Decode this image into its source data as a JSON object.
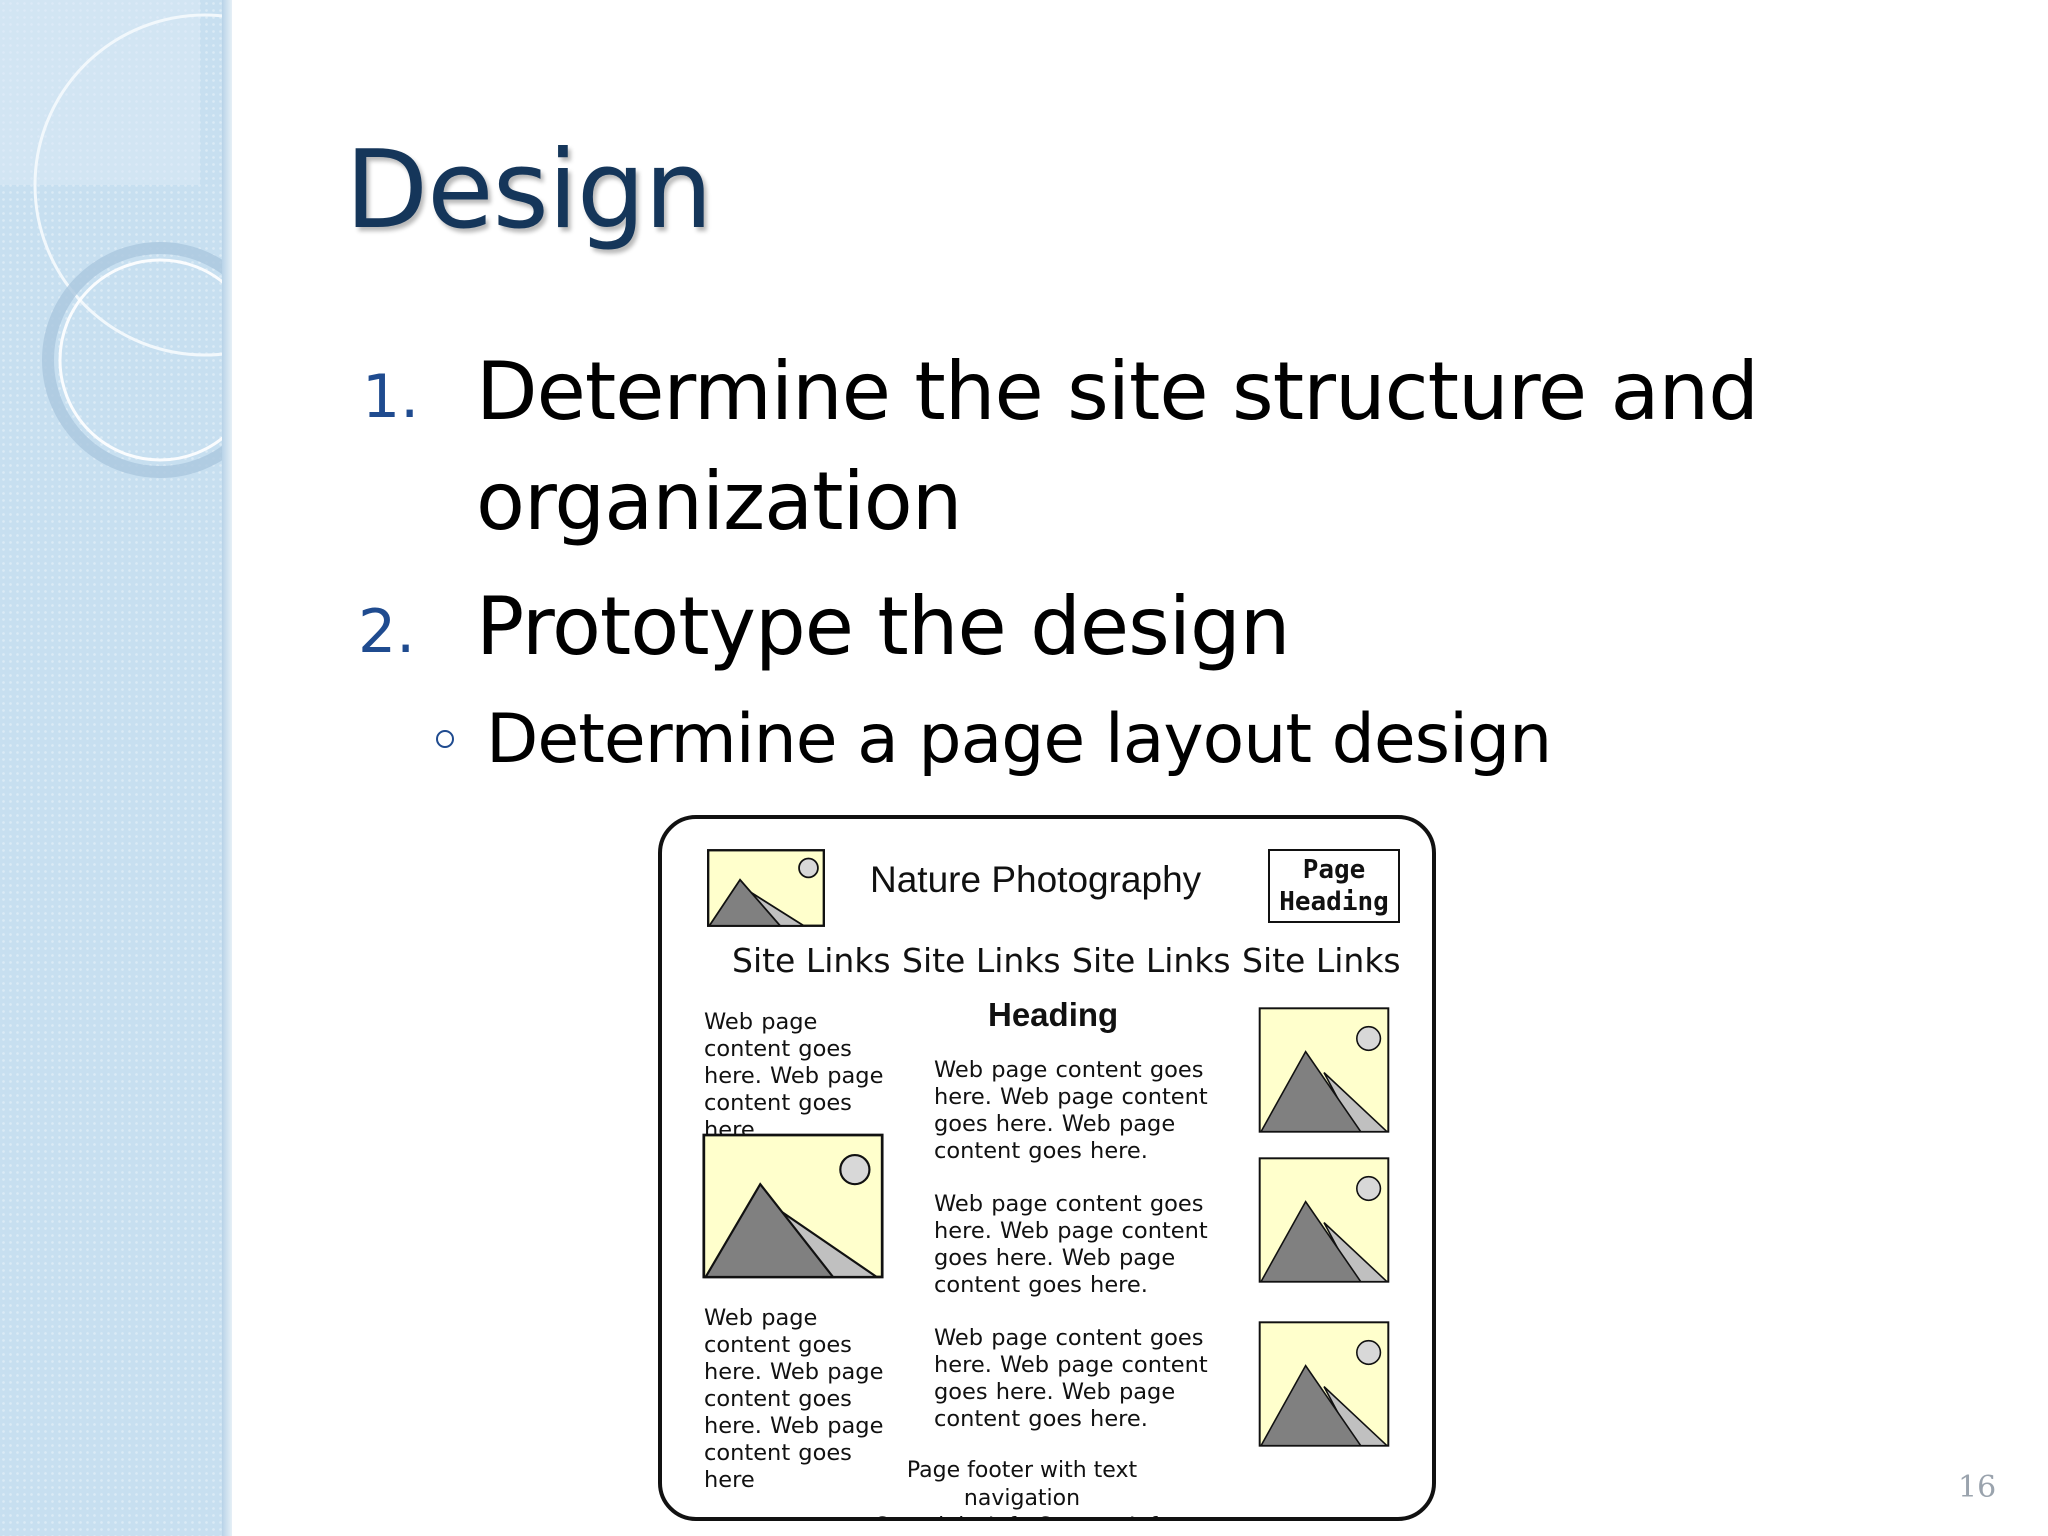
{
  "slide": {
    "title": "Design",
    "page_number": "16"
  },
  "list": {
    "items": [
      {
        "number": "1.",
        "line1": "Determine the site structure and",
        "line2": "organization"
      },
      {
        "number": "2.",
        "line1": "Prototype the design"
      }
    ],
    "subitems": [
      {
        "bullet": "◦",
        "text": "Determine a page layout design"
      }
    ]
  },
  "wireframe": {
    "site_title": "Nature Photography",
    "page_heading_box": [
      "Page",
      "Heading"
    ],
    "site_links": [
      "Site Links",
      "Site Links",
      "Site Links",
      "Site Links"
    ],
    "heading": "Heading",
    "left_col_texts": [
      "Web page content goes here. Web page content goes here..",
      "Web page content goes here. Web page content goes here. Web page content goes here"
    ],
    "center_texts": [
      "Web page content goes here. Web page content goes here. Web page content goes here.",
      "Web page content goes here. Web page content goes here. Web page content goes here.",
      "Web page content goes here. Web page content goes here. Web page content goes here."
    ],
    "footer": {
      "line1": "Page footer with text navigation",
      "line2": "Copyright Info Contact Info"
    },
    "image_icon": "landscape-image-icon"
  },
  "colors": {
    "title": "#15365a",
    "list_number": "#1f4b8f",
    "sidebar": "#c7dff0",
    "image_fill": "#ffffcc",
    "mountain_dark": "#808080",
    "mountain_light": "#c0c0c0"
  }
}
